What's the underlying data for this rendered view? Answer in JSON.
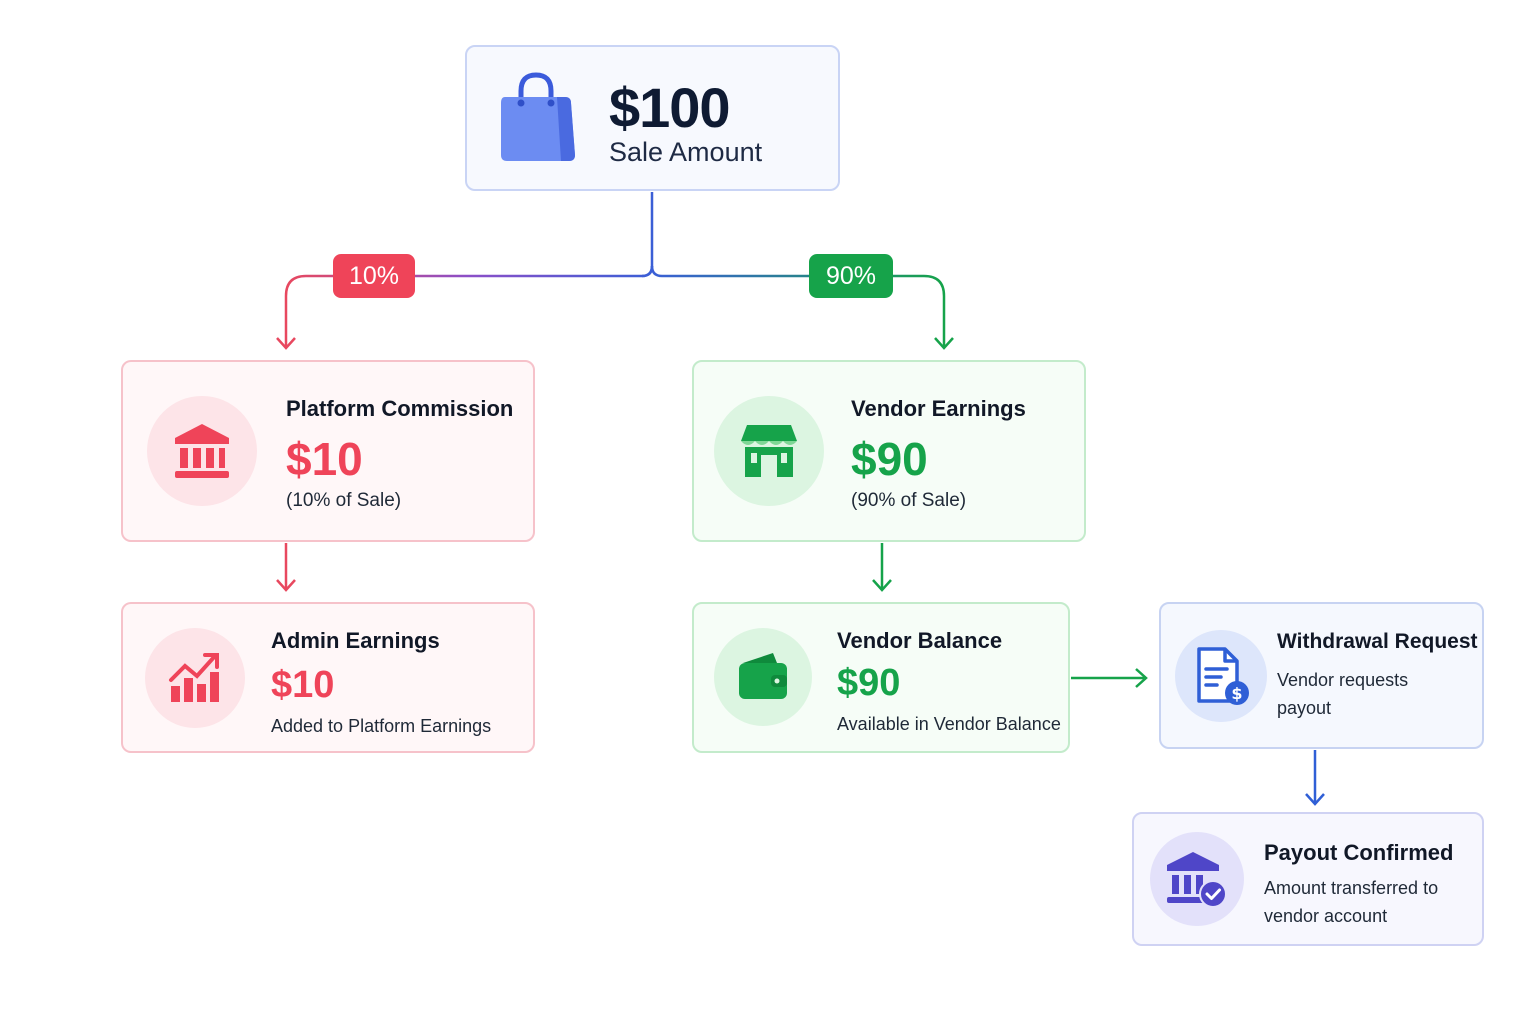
{
  "sale": {
    "amount": "$100",
    "label": "Sale Amount"
  },
  "split": {
    "left_pct": "10%",
    "right_pct": "90%"
  },
  "commission": {
    "title": "Platform Commission",
    "amount": "$10",
    "note": "(10% of Sale)"
  },
  "admin": {
    "title": "Admin Earnings",
    "amount": "$10",
    "note": "Added to Platform Earnings"
  },
  "vendor_earnings": {
    "title": "Vendor Earnings",
    "amount": "$90",
    "note": "(90% of Sale)"
  },
  "vendor_balance": {
    "title": "Vendor Balance",
    "amount": "$90",
    "note": "Available in Vendor Balance"
  },
  "withdrawal": {
    "title": "Withdrawal Request",
    "desc": "Vendor requests payout"
  },
  "payout": {
    "title": "Payout Confirmed",
    "desc": "Amount transferred to vendor account"
  },
  "icons": {
    "sale": "shopping-bag-icon",
    "commission": "bank-icon",
    "admin": "growth-chart-icon",
    "vendor_earnings": "storefront-icon",
    "vendor_balance": "wallet-icon",
    "withdrawal": "document-dollar-icon",
    "payout": "bank-check-icon"
  },
  "colors": {
    "red": "#ef4459",
    "green": "#16a34a",
    "blue": "#2f5fd6",
    "purple": "#4f46c8"
  }
}
